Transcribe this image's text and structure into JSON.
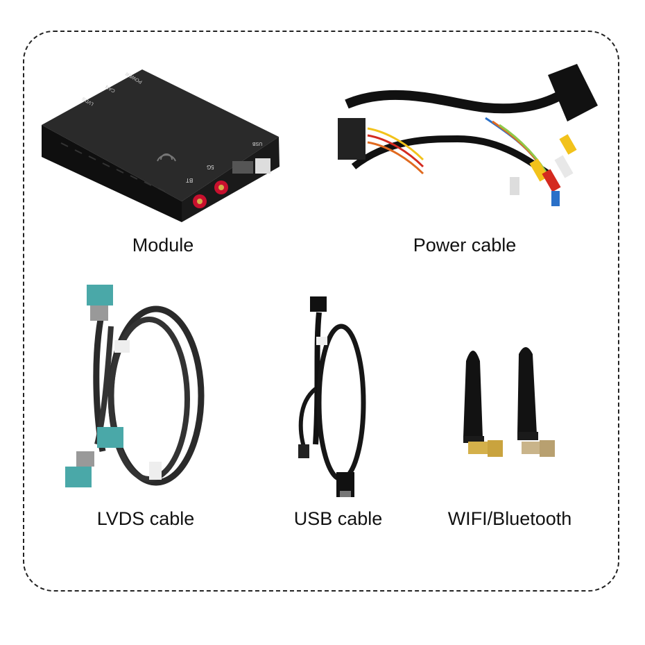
{
  "items": {
    "module": {
      "caption": "Module",
      "ports_top": [
        "POWER",
        "CAN",
        "LVDS"
      ],
      "ports_front": [
        "BT",
        "5G",
        "USB"
      ]
    },
    "power_cable": {
      "caption": "Power cable"
    },
    "lvds_cable": {
      "caption": "LVDS cable"
    },
    "usb_cable": {
      "caption": "USB cable"
    },
    "antenna": {
      "caption": "WIFI/Bluetooth"
    }
  },
  "colors": {
    "border": "#222222",
    "module_body": "#151515",
    "antenna_connector_red": "#c8102e",
    "lvds_connector": "#4aa8a8",
    "gold": "#d4b04a",
    "rca_yellow": "#f2c21b",
    "rca_red": "#d42a1f",
    "rca_white": "#e8e8e8"
  }
}
